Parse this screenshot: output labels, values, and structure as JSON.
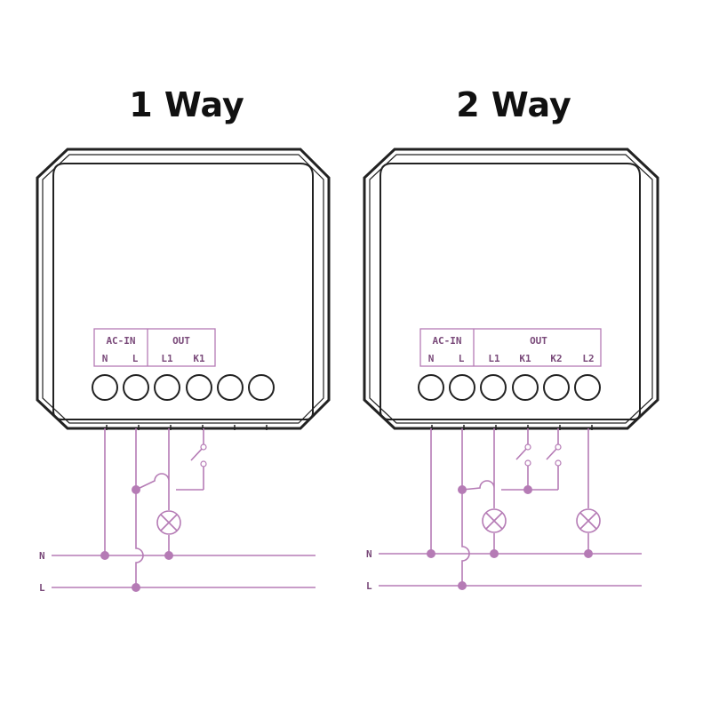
{
  "diagrams": [
    {
      "title": "1 Way",
      "header_left": "AC-IN",
      "header_right": "OUT",
      "terminals": [
        "N",
        "L",
        "L1",
        "K1"
      ]
    },
    {
      "title": "2 Way",
      "header_left": "AC-IN",
      "header_right": "OUT",
      "terminals": [
        "N",
        "L",
        "L1",
        "K1",
        "K2",
        "L2"
      ]
    }
  ],
  "bus_labels": [
    "N",
    "L"
  ],
  "colors": {
    "wire": "#b57bb5",
    "outline": "#222222",
    "label": "#7a4a7a"
  }
}
